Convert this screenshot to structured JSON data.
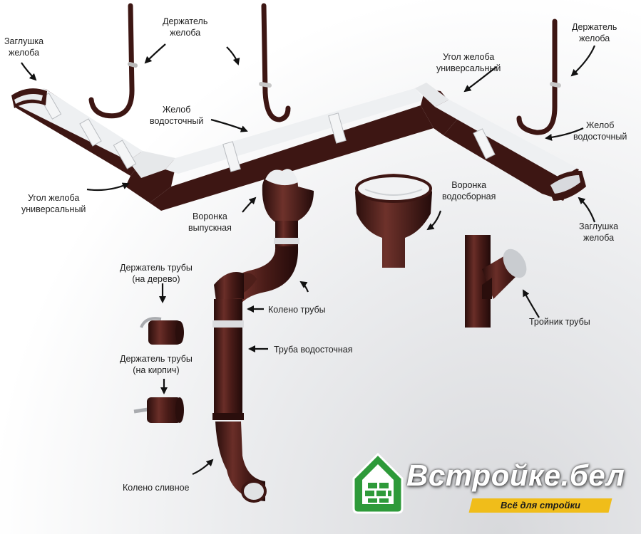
{
  "labels": {
    "gutter_cap_left": [
      "Заглушка",
      "желоба"
    ],
    "gutter_holder_top": [
      "Держатель",
      "желоба"
    ],
    "gutter_corner_top": [
      "Угол желоба",
      "универсальный"
    ],
    "gutter_holder_right": [
      "Держатель",
      "желоба"
    ],
    "gutter_mid": [
      "Желоб",
      "водосточный"
    ],
    "gutter_right": [
      "Желоб",
      "водосточный"
    ],
    "gutter_corner_left": [
      "Угол желоба",
      "универсальный"
    ],
    "outlet_funnel": [
      "Воронка",
      "выпускная"
    ],
    "collector_funnel": [
      "Воронка",
      "водосборная"
    ],
    "gutter_cap_right": [
      "Заглушка",
      "желоба"
    ],
    "pipe_holder_wood": [
      "Держатель трубы",
      "(на дерево)"
    ],
    "pipe_elbow": [
      "Колено трубы"
    ],
    "pipe_tee": [
      "Тройник трубы"
    ],
    "downpipe": [
      "Труба водосточная"
    ],
    "pipe_holder_brick": [
      "Держатель трубы",
      "(на кирпич)"
    ],
    "drain_elbow": [
      "Колено сливное"
    ]
  },
  "logo": {
    "name": "Встройке.бел",
    "tagline": "Всё для стройки"
  },
  "colors": {
    "brown": "#3d1613",
    "brown_light": "#6a2e28",
    "gutter_inner": "#eef0f2",
    "logo_green": "#2e9a3a",
    "logo_yellow": "#f0bd1a",
    "arrow": "#111111"
  }
}
